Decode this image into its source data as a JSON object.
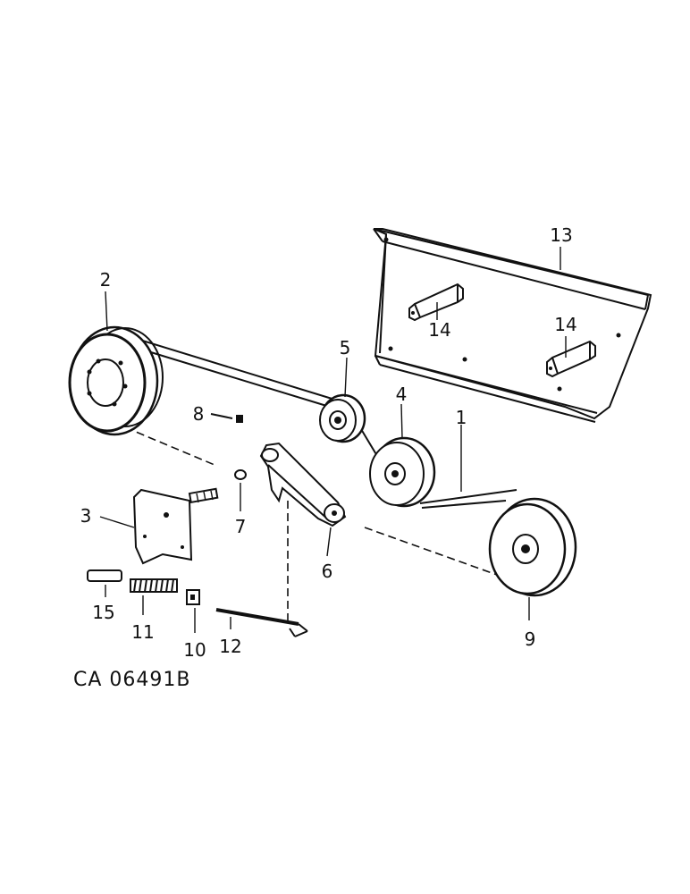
{
  "figure_code": "CA 06491B",
  "callouts": {
    "c1": "1",
    "c2": "2",
    "c3": "3",
    "c4": "4",
    "c5": "5",
    "c6": "6",
    "c7": "7",
    "c8": "8",
    "c9": "9",
    "c10": "10",
    "c11": "11",
    "c12": "12",
    "c13": "13",
    "c14a": "14",
    "c14b": "14",
    "c15": "15"
  }
}
